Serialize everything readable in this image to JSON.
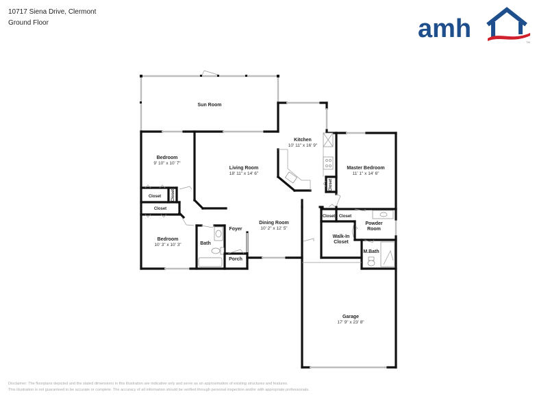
{
  "header": {
    "address": "10717 Siena Drive, Clermont",
    "floor": "Ground Floor"
  },
  "logo": {
    "text": "amh",
    "brand_blue": "#1f4e8c",
    "brand_red": "#d0202e",
    "trademark": "TM"
  },
  "rooms": {
    "sun_room": {
      "name": "Sun Room"
    },
    "kitchen": {
      "name": "Kitchen",
      "dims": "10' 11\" x 16' 9\""
    },
    "bedroom1": {
      "name": "Bedroom",
      "dims": "9' 10\" x 10' 7\""
    },
    "living_room": {
      "name": "Living Room",
      "dims": "18' 11\" x 14' 6\""
    },
    "master_bedroom": {
      "name": "Master Bedroom",
      "dims": "11' 1\" x 14' 6\""
    },
    "closet1": {
      "name": "Closet"
    },
    "closet_small": {
      "name": "Closet"
    },
    "closet2": {
      "name": "Closet"
    },
    "kitchen_closet": {
      "name": "Closet"
    },
    "bedroom2": {
      "name": "Bedroom",
      "dims": "10' 3\" x 10' 3\""
    },
    "bath": {
      "name": "Bath"
    },
    "foyer": {
      "name": "Foyer"
    },
    "dining_room": {
      "name": "Dining Room",
      "dims": "10' 2\" x 12' 5\""
    },
    "porch": {
      "name": "Porch"
    },
    "closet_master_a": {
      "name": "Closet"
    },
    "closet_master_b": {
      "name": "Closet"
    },
    "powder_room": {
      "name": "Powder",
      "name2": "Room"
    },
    "walk_in_closet": {
      "name": "Walk-In",
      "name2": "Closet"
    },
    "master_bath": {
      "name": "M.Bath"
    },
    "garage": {
      "name": "Garage",
      "dims": "17' 9\" x 23' 8\""
    }
  },
  "disclaimer": {
    "line1": "Disclaimer: The floorplans depicted and the stated dimensions in this illustration are indicative only and serve as an approximation of existing structures and features.",
    "line2": "This illustration is not guaranteed to be accurate or complete. The accuracy of all information should be verified through personal inspection and/or with appropriate professionals."
  }
}
